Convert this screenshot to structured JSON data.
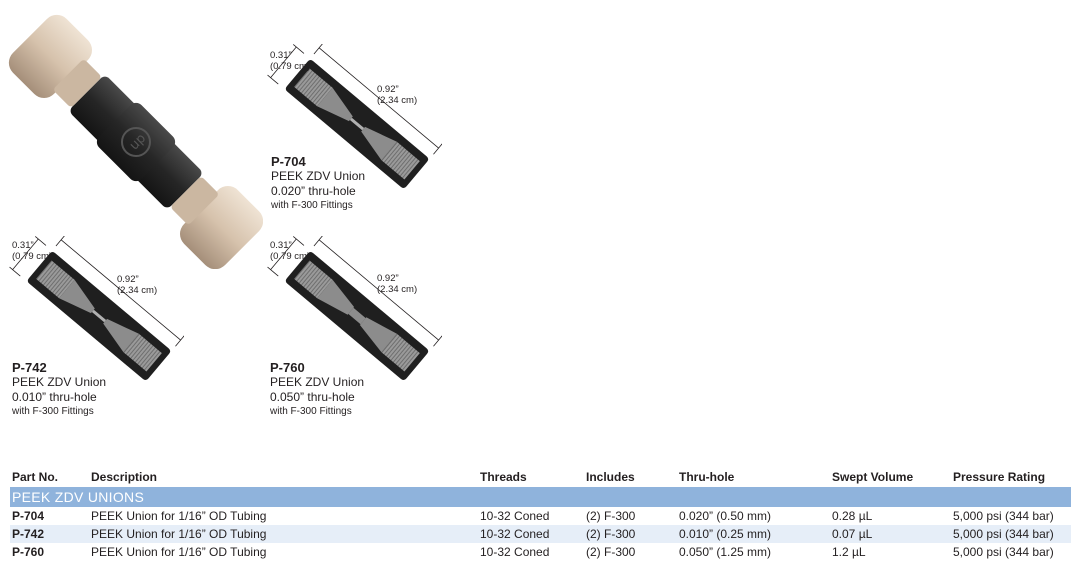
{
  "products": [
    {
      "part_no": "P-704",
      "name": "PEEK ZDV Union",
      "thru_hole": "0.020” thru-hole",
      "fittings": "with F-300 Fittings",
      "width_in": "0.31”",
      "width_cm": "(0.79 cm)",
      "length_in": "0.92”",
      "length_cm": "(2.34 cm)"
    },
    {
      "part_no": "P-742",
      "name": "PEEK ZDV Union",
      "thru_hole": "0.010” thru-hole",
      "fittings": "with F-300 Fittings",
      "width_in": "0.31”",
      "width_cm": "(0.79 cm)",
      "length_in": "0.92”",
      "length_cm": "(2.34 cm)"
    },
    {
      "part_no": "P-760",
      "name": "PEEK ZDV Union",
      "thru_hole": "0.050” thru-hole",
      "fittings": "with F-300 Fittings",
      "width_in": "0.31”",
      "width_cm": "(0.79 cm)",
      "length_in": "0.92”",
      "length_cm": "(2.34 cm)"
    }
  ],
  "table": {
    "headers": [
      "Part No.",
      "Description",
      "Threads",
      "Includes",
      "Thru-hole",
      "Swept Volume",
      "Pressure Rating"
    ],
    "section_title": "PEEK ZDV UNIONS",
    "rows": [
      [
        "P-704",
        "PEEK Union for 1/16” OD Tubing",
        "10-32 Coned",
        "(2) F-300",
        "0.020” (0.50 mm)",
        "0.28 µL",
        "5,000 psi (344 bar)"
      ],
      [
        "P-742",
        "PEEK Union for 1/16” OD Tubing",
        "10-32 Coned",
        "(2) F-300",
        "0.010” (0.25 mm)",
        "0.07 µL",
        "5,000 psi (344 bar)"
      ],
      [
        "P-760",
        "PEEK Union for 1/16” OD Tubing",
        "10-32 Coned",
        "(2) F-300",
        "0.050” (1.25 mm)",
        "1.2 µL",
        "5,000 psi (344 bar)"
      ]
    ]
  },
  "colors": {
    "section_band": "#8fb3dc",
    "alt_row": "#e6eef8",
    "body_dark": "#2b2b2b",
    "bore_gray": "#8c8c8c",
    "fitting_tan": "#d9c7b3"
  }
}
